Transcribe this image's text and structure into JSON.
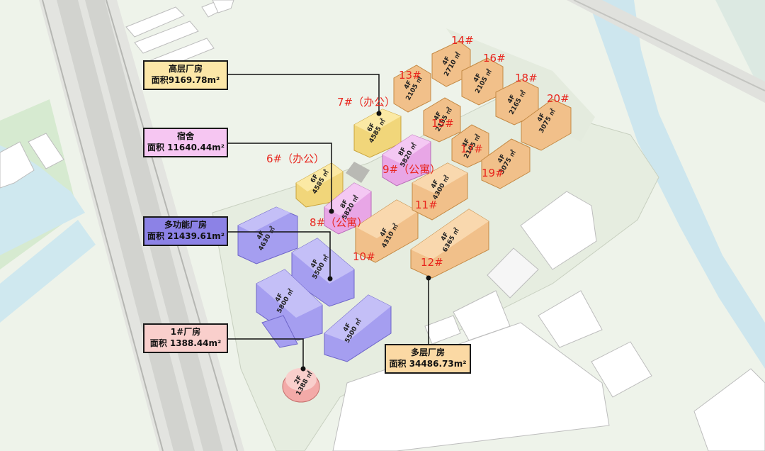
{
  "callouts": {
    "high_rise": {
      "title": "高层厂房",
      "area": "面积9169.78m²"
    },
    "dorm": {
      "title": "宿舍",
      "area": "面积 11640.44m²"
    },
    "multi_function": {
      "title": "多功能厂房",
      "area": "面积 21439.61m²"
    },
    "plant1": {
      "title": "1#厂房",
      "area": "面积 1388.44m²"
    },
    "multi_story": {
      "title": "多层厂房",
      "area": "面积 34486.73m²"
    }
  },
  "building_numbers": {
    "b6": "6#（办公）",
    "b7": "7#（办公）",
    "b8": "8#（公寓）",
    "b9": "9#（公寓）",
    "b10": "10#",
    "b11": "11#",
    "b12": "12#",
    "b13": "13#",
    "b14": "14#",
    "b15": "15#",
    "b16": "16#",
    "b17": "17#",
    "b18": "18#",
    "b19": "19#",
    "b20": "20#"
  },
  "building_labels": {
    "b1": {
      "floors": "2F",
      "area": "1388 ㎡"
    },
    "b2": {
      "floors": "4F",
      "area": "4630 ㎡"
    },
    "b3": {
      "floors": "4F",
      "area": "5500 ㎡"
    },
    "b4": {
      "floors": "4F",
      "area": "5800 ㎡"
    },
    "b5": {
      "floors": "4F",
      "area": "5500 ㎡"
    },
    "b6": {
      "floors": "6F",
      "area": "4585 ㎡"
    },
    "b7": {
      "floors": "6F",
      "area": "4585 ㎡"
    },
    "b8": {
      "floors": "8F",
      "area": "5820 ㎡"
    },
    "b9": {
      "floors": "8F",
      "area": "5820 ㎡"
    },
    "b10": {
      "floors": "4F",
      "area": "4310 ㎡"
    },
    "b11": {
      "floors": "4F",
      "area": "4300 ㎡"
    },
    "b12": {
      "floors": "4F",
      "area": "6365 ㎡"
    },
    "b13": {
      "floors": "4F",
      "area": "2105 ㎡"
    },
    "b14": {
      "floors": "4F",
      "area": "2710 ㎡"
    },
    "b15": {
      "floors": "4F",
      "area": "2165 ㎡"
    },
    "b16": {
      "floors": "4F",
      "area": "2105 ㎡"
    },
    "b17": {
      "floors": "4F",
      "area": "2105 ㎡"
    },
    "b18": {
      "floors": "4F",
      "area": "2165 ㎡"
    },
    "b19": {
      "floors": "4F",
      "area": "3075 ㎡"
    },
    "b20": {
      "floors": "4F",
      "area": "3075 ㎡"
    }
  },
  "colors": {
    "high_rise": "#fce7a8",
    "dorm": "#f6c6f2",
    "multi_function": "#8c82e6",
    "plant1": "#f9cfcc",
    "multi_story": "#fbd9a4",
    "label_red": "#e8251d"
  }
}
